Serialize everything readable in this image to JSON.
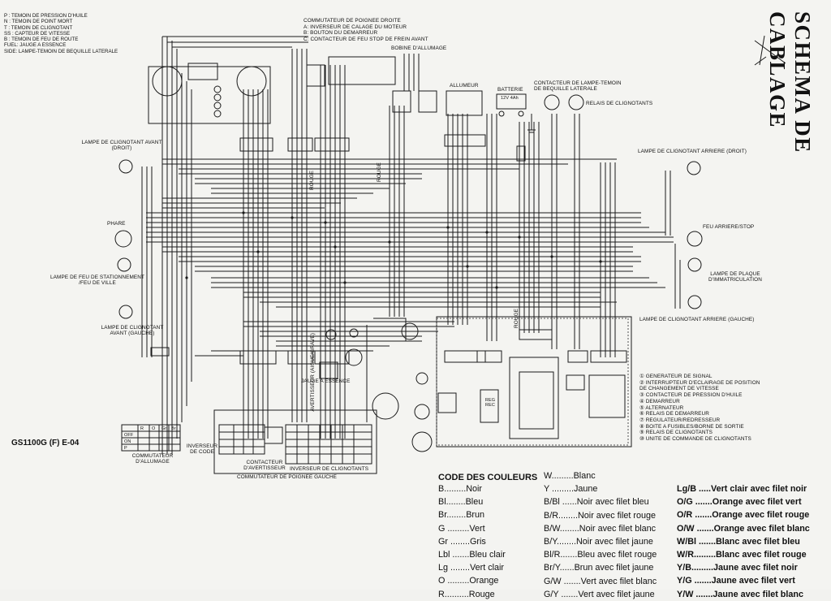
{
  "title": "SCHEMA DE CABLAGE",
  "model": "GS1100G (F)  E-04",
  "abbreviations": [
    "P     : TEMOIN DE PRESSION D'HUILE",
    "N     : TEMOIN DE POINT MORT",
    "T     : TEMOIN DE CLIGNOTANT",
    "SS  : CAPTEUR DE VITESSE",
    "B     : TEMOIN DE FEU DE ROUTE",
    "FUEL: JAUGE A ESSENCE",
    "SIDE: LAMPE-TEMOIN DE BEQUILLE LATERALE"
  ],
  "right_switch": [
    "COMMUTATEUR DE POIGNEE DROITE",
    "A: INVERSEUR DE CALAGE DU MOTEUR",
    "B: BOUTON DU DEMARREUR",
    "C: CONTACTEUR DE FEU STOP DE FREIN AVANT"
  ],
  "components": {
    "bobine": "BOBINE D'ALLUMAGE",
    "allumeur": "ALLUMEUR",
    "batterie": "BATTERIE",
    "batterie_spec": "12V 4Ah",
    "contacteur_lampe": "CONTACTEUR DE LAMPE-TEMOIN DE BEQUILLE LATERALE",
    "relais_clignotants": "RELAIS DE CLIGNOTANTS",
    "clignotant_avant_droit": "LAMPE DE CLIGNOTANT AVANT (DROIT)",
    "clignotant_arriere_droit": "LAMPE DE CLIGNOTANT ARRIERE (DROIT)",
    "phare": "PHARE",
    "feu_arriere": "FEU ARRIERE/STOP",
    "plaque": "LAMPE DE PLAQUE D'IMMATRICULATION",
    "stationnement": "LAMPE DE FEU DE STATIONNEMENT /FEU DE VILLE",
    "clignotant_avant_gauche": "LAMPE DE CLIGNOTANT AVANT (GAUCHE)",
    "clignotant_arriere_gauche": "LAMPE DE CLIGNOTANT ARRIERE (GAUCHE)",
    "jauge": "JAUGE A ESSENCE",
    "avertisseur": "AVERTISSEUR (AIGUE/GRAVE)",
    "commutateur_allumage": "COMMUTATEUR D'ALLUMAGE",
    "inverseur_code": "INVERSEUR DE CODE",
    "contacteur_avertisseur": "CONTACTEUR D'AVERTISSEUR",
    "inverseur_clignotants": "INVERSEUR DE CLIGNOTANTS",
    "commutateur_gauche": "COMMUTATEUR DE POIGNEE GAUCHE",
    "rouge": "ROUGE",
    "reg_rec": "REG REC"
  },
  "numbered_items": [
    "① GENERATEUR DE SIGNAL",
    "② INTERRUPTEUR D'ECLAIRAGE DE POSITION",
    "     DE CHANGEMENT DE VITESSE",
    "③ CONTACTEUR DE PRESSION D'HUILE",
    "④ DEMARREUR",
    "⑤ ALTERNATEUR",
    "⑥ RELAIS DE DEMARREUR",
    "⑦ REGULATEUR/REDRESSEUR",
    "⑧ BOITE A FUSIBLES/BORNE DE SORTIE",
    "⑨ RELAIS DE CLIGNOTANTS",
    "⑩ UNITE DE COMMANDE DE CLIGNOTANTS"
  ],
  "ignition_table": {
    "headers": [
      "",
      "R",
      "O",
      "Gr",
      "Br"
    ],
    "rows": [
      "OFF",
      "ON",
      "P"
    ]
  },
  "legend": {
    "heading": "CODE DES COULEURS",
    "col1": [
      "B.........Noir",
      "Bl........Bleu",
      "Br........Brun",
      "G .........Vert",
      "Gr ........Gris",
      "Lbl .......Bleu clair",
      "Lg ........Vert clair",
      "O .........Orange",
      "R..........Rouge"
    ],
    "col2": [
      "W.........Blanc",
      "Y .........Jaune",
      "B/Bl ......Noir avec filet bleu",
      "B/R........Noir avec filet rouge",
      "B/W........Noir avec filet blanc",
      "B/Y........Noir avec filet jaune",
      "Bl/R.......Bleu avec filet rouge",
      "Br/Y......Brun avec filet jaune",
      "G/W .......Vert avec filet blanc",
      "G/Y .......Vert avec filet jaune"
    ],
    "col3": [
      "Lg/B .....Vert clair avec filet noir",
      "O/G .......Orange avec filet vert",
      "O/R .......Orange avec filet rouge",
      "O/W .......Orange avec filet blanc",
      "W/Bl .......Blanc avec filet bleu",
      "W/R.........Blanc avec filet rouge",
      "Y/B.........Jaune avec filet noir",
      "Y/G .......Jaune avec filet vert",
      "Y/W .......Jaune avec filet blanc"
    ]
  }
}
